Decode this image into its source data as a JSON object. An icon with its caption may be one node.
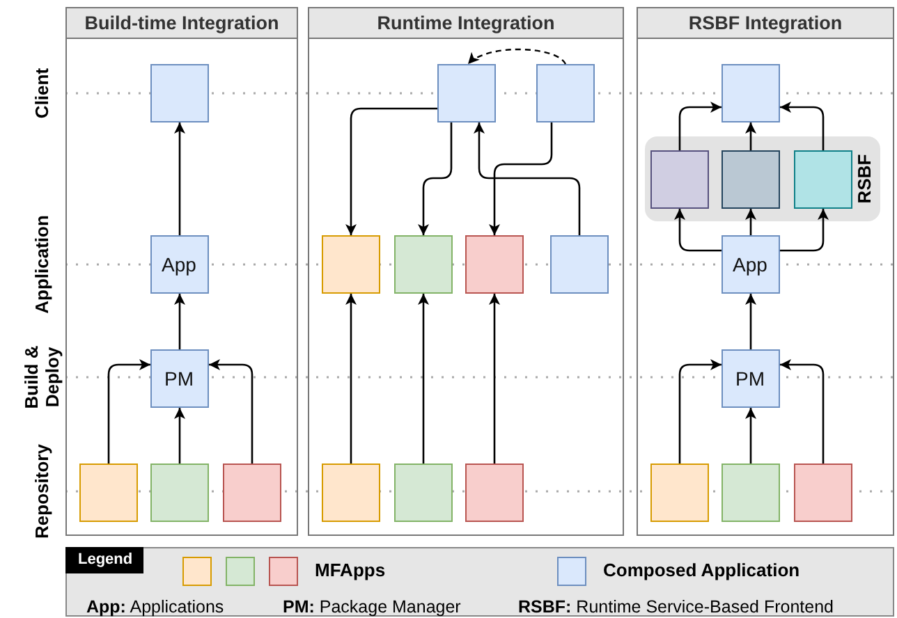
{
  "diagram": {
    "nodes": [
      {
        "text": [
          "Build-time Integration"
        ]
      },
      {
        "text": [],
        "shape": "box",
        "in": 0
      },
      {
        "text": [
          "App"
        ],
        "in": 0
      },
      {
        "text": [
          "PM"
        ],
        "in": 0
      },
      {
        "text": [],
        "shape": "box",
        "in": 0
      },
      {
        "text": [],
        "shape": "box",
        "in": 0
      },
      {
        "text": [],
        "shape": "box",
        "in": 0
      },
      {
        "text": [
          "Runtime Integration"
        ]
      },
      {
        "text": [],
        "shape": "box",
        "in": 7
      },
      {
        "text": [],
        "shape": "box",
        "in": 7
      },
      {
        "text": [],
        "shape": "box",
        "in": 7
      },
      {
        "text": [],
        "shape": "box",
        "in": 7
      },
      {
        "text": [],
        "shape": "box",
        "in": 7
      },
      {
        "text": [],
        "shape": "box",
        "in": 7
      },
      {
        "text": [],
        "shape": "box",
        "in": 7
      },
      {
        "text": [],
        "shape": "box",
        "in": 7
      },
      {
        "text": [],
        "shape": "box",
        "in": 7
      },
      {
        "text": [
          "RSBF Integration"
        ]
      },
      {
        "text": [],
        "shape": "box",
        "in": 17
      },
      {
        "text": [
          "RSBF"
        ],
        "in": 17
      },
      {
        "text": [],
        "shape": "box",
        "in": 19
      },
      {
        "text": [],
        "shape": "box",
        "in": 19
      },
      {
        "text": [],
        "shape": "box",
        "in": 19
      },
      {
        "text": [
          "App"
        ],
        "in": 17
      },
      {
        "text": [
          "PM"
        ],
        "in": 17
      },
      {
        "text": [],
        "shape": "box",
        "in": 17
      },
      {
        "text": [],
        "shape": "box",
        "in": 17
      },
      {
        "text": [],
        "shape": "box",
        "in": 17
      }
    ],
    "edges": [
      {
        "from": 2,
        "to": 1,
        "arrow": "to"
      },
      {
        "from": 3,
        "to": 2,
        "arrow": "to"
      },
      {
        "from": 4,
        "to": 3,
        "arrow": "to"
      },
      {
        "from": 5,
        "to": 3,
        "arrow": "to"
      },
      {
        "from": 6,
        "to": 3,
        "arrow": "to"
      },
      {
        "from": 9,
        "to": 8,
        "arrow": "to",
        "style": "dashed"
      },
      {
        "from": 8,
        "to": 10,
        "arrow": "to"
      },
      {
        "from": 8,
        "to": 11,
        "arrow": "to"
      },
      {
        "from": 9,
        "to": 12,
        "arrow": "to"
      },
      {
        "from": 13,
        "to": 8,
        "arrow": "to"
      },
      {
        "from": 14,
        "to": 10,
        "arrow": "to"
      },
      {
        "from": 15,
        "to": 11,
        "arrow": "to"
      },
      {
        "from": 16,
        "to": 12,
        "arrow": "to"
      },
      {
        "from": 20,
        "to": 18,
        "arrow": "to"
      },
      {
        "from": 21,
        "to": 18,
        "arrow": "to"
      },
      {
        "from": 22,
        "to": 18,
        "arrow": "to"
      },
      {
        "from": 23,
        "to": 20,
        "arrow": "to"
      },
      {
        "from": 23,
        "to": 21,
        "arrow": "to"
      },
      {
        "from": 23,
        "to": 22,
        "arrow": "to"
      },
      {
        "from": 24,
        "to": 23,
        "arrow": "to"
      },
      {
        "from": 25,
        "to": 24,
        "arrow": "to"
      },
      {
        "from": 26,
        "to": 24,
        "arrow": "to"
      },
      {
        "from": 27,
        "to": 24,
        "arrow": "to"
      }
    ],
    "labels": [
      "Client",
      "Application",
      "Build & Deploy",
      "Repository",
      "Legend",
      "**App:** Applications",
      "**PM:** Package Manager",
      "**RSBF:** Runtime Service-Based Frontend"
    ],
    "legend": [
      {
        "text": "MFApps"
      },
      {
        "text": "Composed Application",
        "color": "#dae8fc"
      }
    ]
  }
}
